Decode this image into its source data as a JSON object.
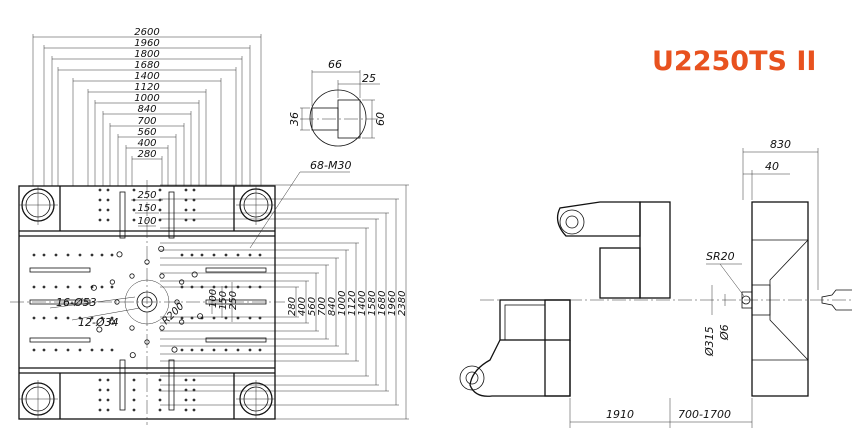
{
  "model": "U2250TS II",
  "colors": {
    "title": "#e8521f",
    "line": "#111111"
  },
  "platen": {
    "horizontal_dims": [
      "2600",
      "1960",
      "1800",
      "1680",
      "1400",
      "1120",
      "1000",
      "840",
      "700",
      "560",
      "400",
      "280"
    ],
    "inner_dims": [
      "250",
      "150",
      "100"
    ],
    "vertical_dims": [
      "280",
      "400",
      "560",
      "700",
      "840",
      "1000",
      "1120",
      "1400",
      "1580",
      "1680",
      "1960",
      "2380"
    ],
    "center_dims": [
      "100",
      "150",
      "250"
    ],
    "thread_label": "68-M30",
    "hole_label_a": "16-Ø53",
    "hole_label_b": "12-Ø34",
    "radius_label": "R200"
  },
  "slot_detail": {
    "d66": "66",
    "d25": "25",
    "d36": "36",
    "d60": "60"
  },
  "side_view": {
    "d830": "830",
    "d40": "40",
    "sr20": "SR20",
    "phi315": "Ø315",
    "phi6": "Ø6",
    "d1910": "1910",
    "d700_1700": "700-1700"
  }
}
